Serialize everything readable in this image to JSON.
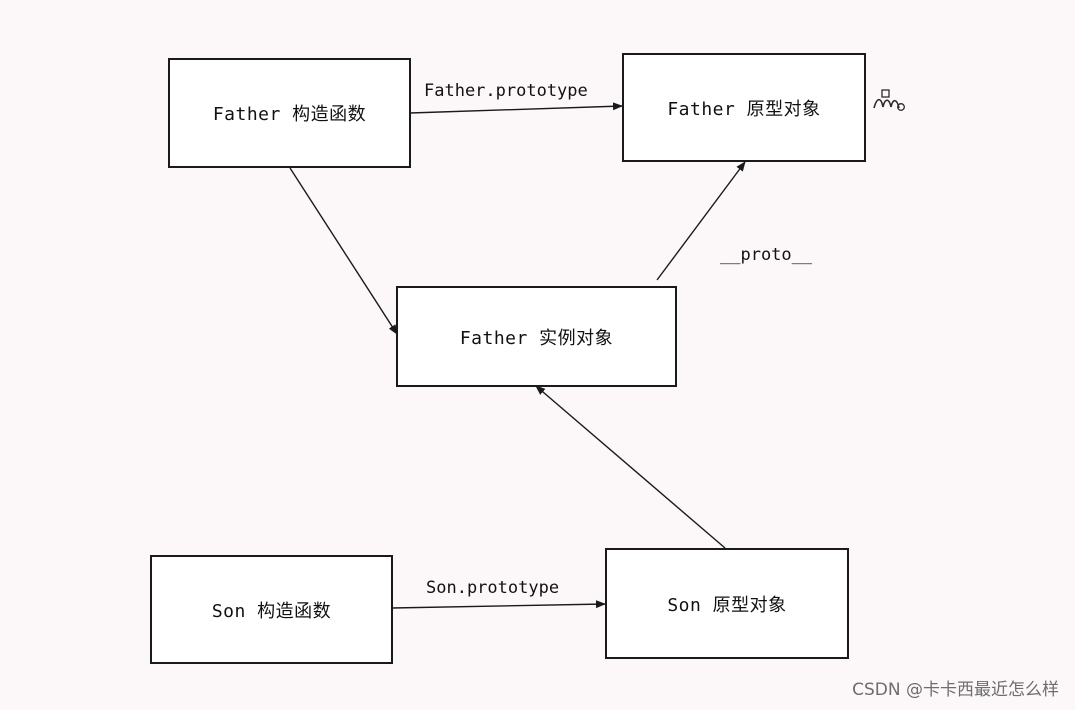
{
  "nodes": {
    "father_constructor": "Father 构造函数",
    "father_prototype": "Father 原型对象",
    "father_instance": "Father 实例对象",
    "son_constructor": "Son 构造函数",
    "son_prototype": "Son 原型对象"
  },
  "edges": {
    "father_prototype_label": "Father.prototype",
    "proto_label": "__proto__",
    "son_prototype_label": "Son.prototype"
  },
  "watermark": "CSDN @卡卡西最近怎么样",
  "icons": {
    "corner_mark": "squiggle-mark-icon"
  }
}
